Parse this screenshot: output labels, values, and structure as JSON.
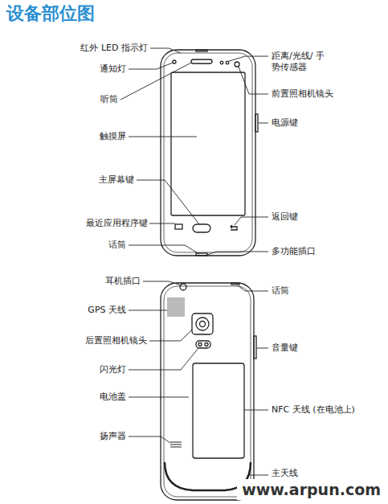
{
  "diagram": {
    "title": "设备部位图",
    "labels": [
      "红外 LED 指示灯",
      "通知灯",
      "听筒",
      "触摸屏",
      "主屏幕键",
      "最近应用程序键",
      "话筒",
      "距离/光线/ 手势传感器",
      "前置照相机镜头",
      "电源键",
      "返回键",
      "多功能插口",
      "耳机插口",
      "GPS 天线",
      "后置照相机镜头",
      "闪光灯",
      "电池盖",
      "扬声器",
      "话筒",
      "音量键",
      "NFC 天线 (在电池上)",
      "主天线",
      "www.arpun.com"
    ]
  }
}
